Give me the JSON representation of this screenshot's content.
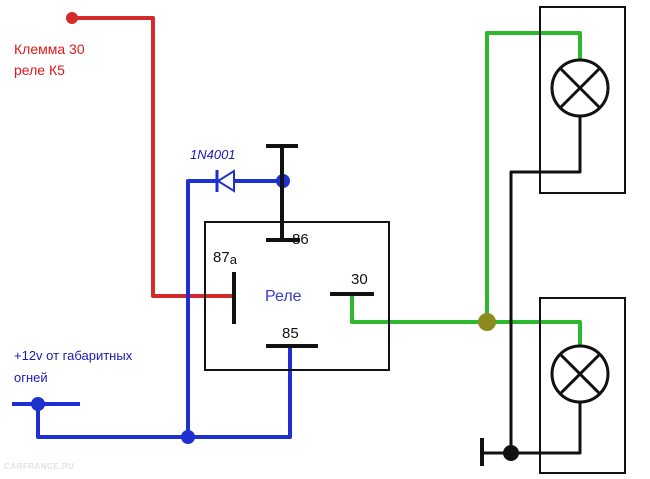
{
  "labels": {
    "terminal_30": [
      "Клемма 30",
      "реле К5"
    ],
    "diode": "1N4001",
    "pin_86": "86",
    "pin_87a": "87",
    "pin_87a_sub": "a",
    "relay": "Реле",
    "pin_30": "30",
    "pin_85": "85",
    "supply": [
      "+12v от габаритных",
      "огней"
    ]
  },
  "watermark": "CARFRANCE.RU",
  "colors": {
    "red_wire": "#d42a2a",
    "blue_wire": "#1f30d0",
    "green_wire": "#2db82d",
    "black_wire": "#111111",
    "junction_olive": "#8a8a1e",
    "label_red": "#e01818",
    "label_blue": "#1a1ab8",
    "label_black": "#111111"
  },
  "icons": {
    "lamp": "lamp-icon",
    "diode": "diode-icon",
    "ground": "ground-icon"
  }
}
